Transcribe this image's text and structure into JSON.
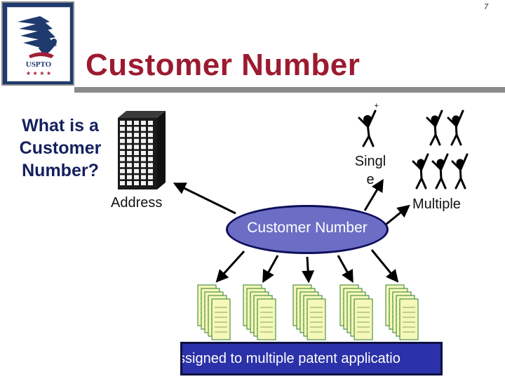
{
  "page": {
    "number": "7"
  },
  "header": {
    "title": "Customer Number"
  },
  "question": {
    "line1": "What is a",
    "line2": "Customer",
    "line3": "Number?"
  },
  "labels": {
    "address": "Address",
    "single_line1": "Singl",
    "single_line2": "e",
    "multiple": "Multiple"
  },
  "center": {
    "label": "Customer Number"
  },
  "footer": {
    "label": "ssigned to multiple patent applicatio"
  },
  "logo": {
    "text": "USPTO"
  },
  "colors": {
    "title": "#9b1b30",
    "question": "#14205e",
    "ellipse_fill": "#6b6ec4",
    "ellipse_border": "#0e0e5a",
    "assigned_fill": "#2b31a8",
    "document_fill": "#f4f8b8",
    "document_border": "#2f7d2f"
  },
  "icons": [
    "building-icon",
    "single-person-icon",
    "group-people-icon",
    "document-stack-icon",
    "uspto-eagle-logo"
  ]
}
